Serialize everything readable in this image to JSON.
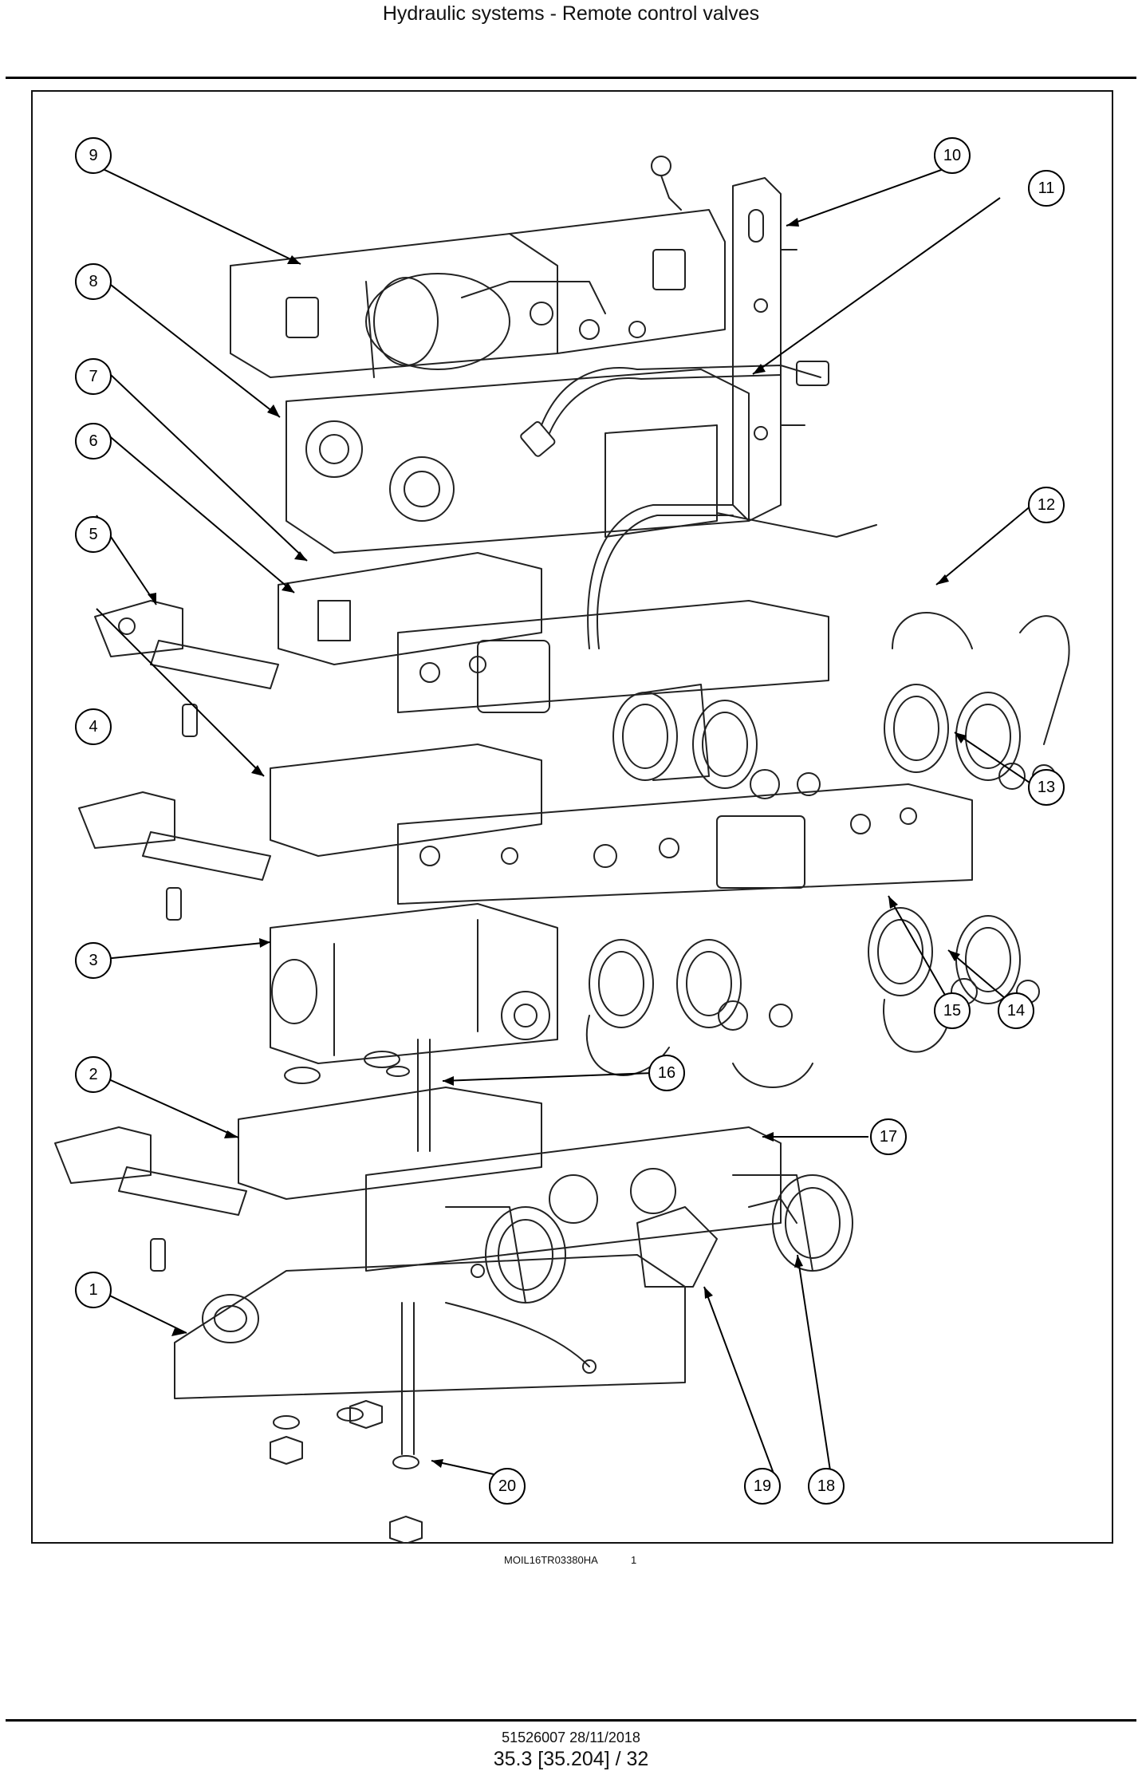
{
  "header": {
    "title": "Hydraulic systems - Remote control valves"
  },
  "figure": {
    "callouts": [
      "1",
      "2",
      "3",
      "4",
      "5",
      "6",
      "7",
      "8",
      "9",
      "10",
      "11",
      "12",
      "13",
      "14",
      "15",
      "16",
      "17",
      "18",
      "19",
      "20"
    ],
    "figure_code": "MOIL16TR03380HA",
    "figure_number": "1"
  },
  "footer": {
    "document_ref": "51526007 28/11/2018",
    "page_ref": "35.3 [35.204] / 32"
  }
}
